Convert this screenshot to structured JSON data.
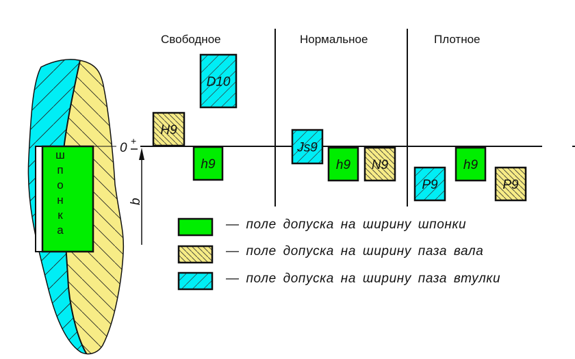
{
  "colors": {
    "key": "#00ee00",
    "shaft_groove": "#f7ec86",
    "hub_groove": "#00eef5",
    "line": "#111111"
  },
  "headers": {
    "free": "Свободное",
    "normal": "Нормальное",
    "tight": "Плотное"
  },
  "axis": {
    "zero_label": "0",
    "plus_sign": "+",
    "minus_sign": "−",
    "dimension_label": "b"
  },
  "key_part": {
    "label_letters": [
      "ш",
      "п",
      "о",
      "н",
      "к",
      "а"
    ],
    "label": "шпонка"
  },
  "fields": {
    "free": [
      {
        "name": "H9",
        "kind": "shaft_groove"
      },
      {
        "name": "D10",
        "kind": "hub_groove"
      },
      {
        "name": "h9",
        "kind": "key"
      }
    ],
    "normal": [
      {
        "name": "Js9",
        "kind": "hub_groove"
      },
      {
        "name": "h9",
        "kind": "key"
      },
      {
        "name": "N9",
        "kind": "shaft_groove"
      }
    ],
    "tight": [
      {
        "name": "P9",
        "kind": "hub_groove"
      },
      {
        "name": "h9",
        "kind": "key"
      },
      {
        "name": "P9",
        "kind": "shaft_groove"
      }
    ]
  },
  "legend": [
    {
      "kind": "key",
      "text": "— поле допуска на ширину шпонки"
    },
    {
      "kind": "shaft_groove",
      "text": "— поле допуска на ширину паза вала"
    },
    {
      "kind": "hub_groove",
      "text": "— поле допуска на ширину паза втулки"
    }
  ]
}
